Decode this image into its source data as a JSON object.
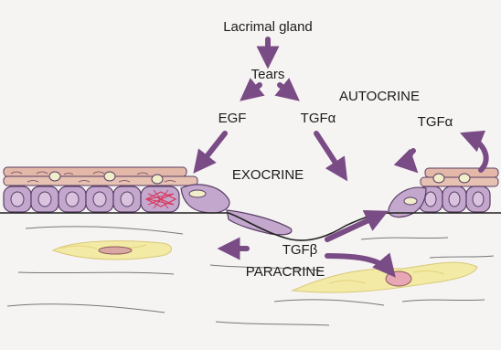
{
  "diagram": {
    "labels": {
      "lacrimal_gland": "Lacrimal gland",
      "tears": "Tears",
      "egf": "EGF",
      "tgf_alpha": "TGFα",
      "autocrine": "AUTOCRINE",
      "tgf_alpha_right": "TGFα",
      "exocrine": "EXOCRINE",
      "tgf_beta": "TGFβ",
      "paracrine": "PARACRINE"
    },
    "colors": {
      "arrow": "#7a4c86",
      "cell_fill": "#c3a7cd",
      "cell_stroke": "#5a3e66",
      "surface_cell": "#e3b8a8",
      "nucleus": "#f1efc9",
      "fibroblast": "#f2eaa5",
      "fibroblast_nucleus": "#d9a8a2",
      "keratocyte_right": "#e7a7b4",
      "mitosis": "#d9365a"
    }
  }
}
